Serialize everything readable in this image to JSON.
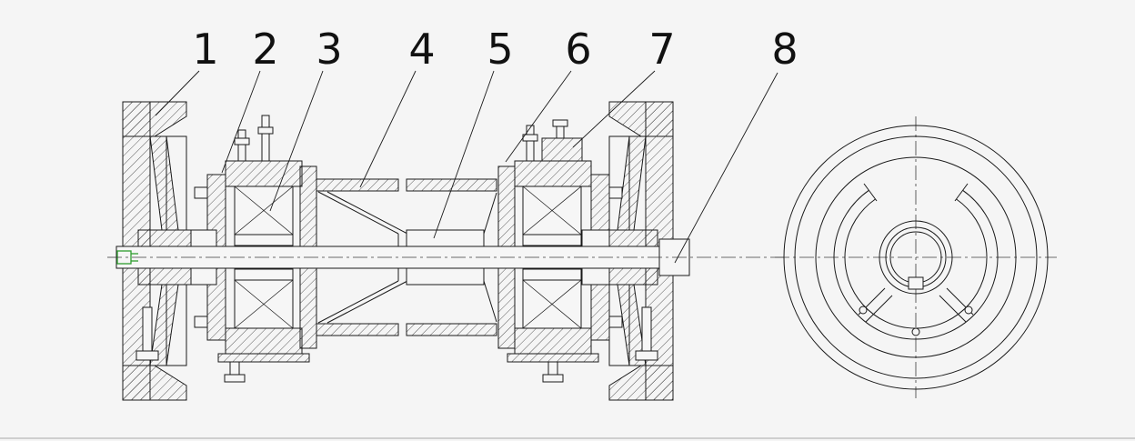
{
  "colors": {
    "background": "#f5f5f5",
    "line": "#1a1a1a",
    "accent_green": "#2f9e2f"
  },
  "part_labels": [
    {
      "id": "1",
      "text": "1"
    },
    {
      "id": "2",
      "text": "2"
    },
    {
      "id": "3",
      "text": "3"
    },
    {
      "id": "4",
      "text": "4"
    },
    {
      "id": "5",
      "text": "5"
    },
    {
      "id": "6",
      "text": "6"
    },
    {
      "id": "7",
      "text": "7"
    },
    {
      "id": "8",
      "text": "8"
    }
  ]
}
